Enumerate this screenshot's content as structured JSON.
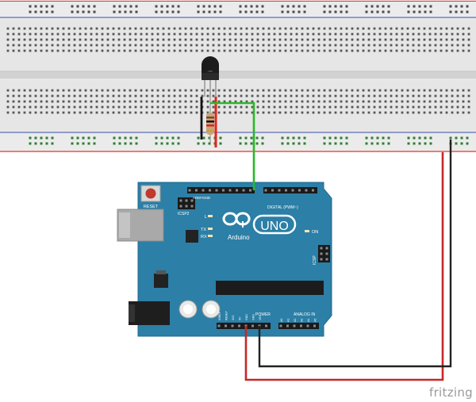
{
  "canvas": {
    "background": "#ffffff"
  },
  "breadboard": {
    "body_color": "#e8e8e8",
    "hole_color": "#4a4a4a",
    "rail_hole_color": "#2e7d32",
    "rail_red": "#e53935",
    "rail_blue": "#3949ab"
  },
  "components": {
    "sensor": {
      "icon": "temperature-sensor-icon",
      "body_color": "#1a1a1a"
    },
    "resistor": {
      "icon": "resistor-icon",
      "body_color": "#c8a27a"
    }
  },
  "arduino": {
    "board_color": "#2c7fa6",
    "logo_text": "Arduino",
    "model_text": "UNO",
    "reset_label": "RESET",
    "icsp2_label": "ICSP2",
    "icsp_label": "ICSP",
    "led_l_label": "L",
    "led_tx_label": "TX",
    "led_rx_label": "RX",
    "led_on_label": "ON",
    "digital_label": "DIGITAL (PWM~)",
    "power_label": "POWER",
    "analog_label": "ANALOG IN",
    "aref_label": "AREF",
    "gnd_label": "GND",
    "power_pins": [
      "IOREF",
      "RESET",
      "3V3",
      "5V",
      "GND",
      "GND",
      "VIN"
    ],
    "analog_pins": [
      "A0",
      "A1",
      "A2",
      "A3",
      "A4",
      "A5"
    ]
  },
  "wires": {
    "signal_color": "#2ab82a",
    "power_color": "#c62828",
    "ground_color": "#222222"
  },
  "watermark": {
    "text": "fritzing"
  }
}
